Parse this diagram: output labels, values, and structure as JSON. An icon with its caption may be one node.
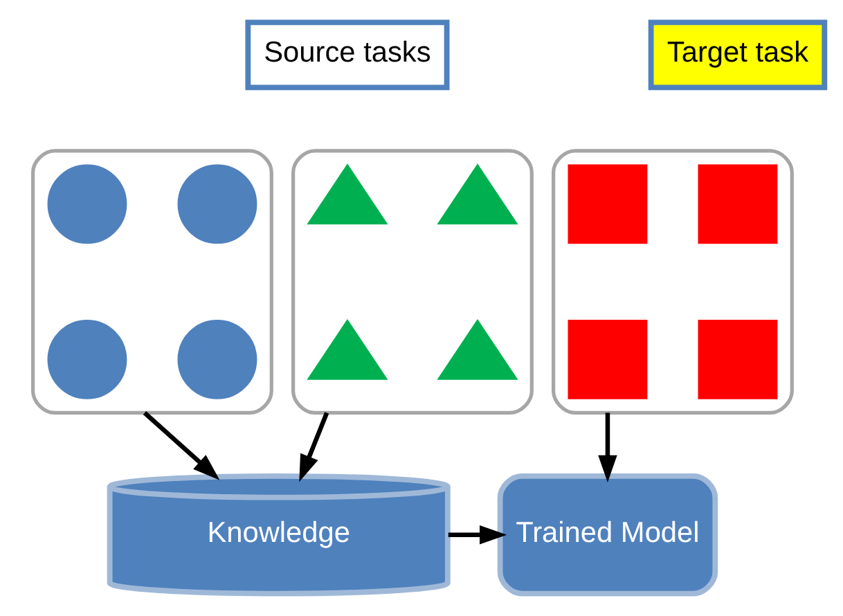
{
  "diagram": {
    "nodes": [
      {
        "text": [
          "Source tasks"
        ]
      },
      {
        "text": [
          "Target task"
        ]
      },
      {
        "text": [],
        "shape": "box"
      },
      {
        "text": [],
        "shape": "circle",
        "in": 2
      },
      {
        "text": [],
        "shape": "circle",
        "in": 2
      },
      {
        "text": [],
        "shape": "circle",
        "in": 2
      },
      {
        "text": [],
        "shape": "circle",
        "in": 2
      },
      {
        "text": [],
        "shape": "box"
      },
      {
        "text": [],
        "shape": "triangle",
        "in": 7
      },
      {
        "text": [],
        "shape": "triangle",
        "in": 7
      },
      {
        "text": [],
        "shape": "triangle",
        "in": 7
      },
      {
        "text": [],
        "shape": "triangle",
        "in": 7
      },
      {
        "text": [],
        "shape": "box"
      },
      {
        "text": [],
        "shape": "box",
        "in": 12
      },
      {
        "text": [],
        "shape": "box",
        "in": 12
      },
      {
        "text": [],
        "shape": "box",
        "in": 12
      },
      {
        "text": [],
        "shape": "box",
        "in": 12
      },
      {
        "text": [
          "Knowledge"
        ]
      },
      {
        "text": [
          "Trained Model"
        ]
      }
    ],
    "edges": [
      {
        "from": 2,
        "to": 17,
        "arrow": "to"
      },
      {
        "from": 7,
        "to": 17,
        "arrow": "to"
      },
      {
        "from": 12,
        "to": 18,
        "arrow": "to"
      },
      {
        "from": 17,
        "to": 18,
        "arrow": "to"
      }
    ]
  }
}
